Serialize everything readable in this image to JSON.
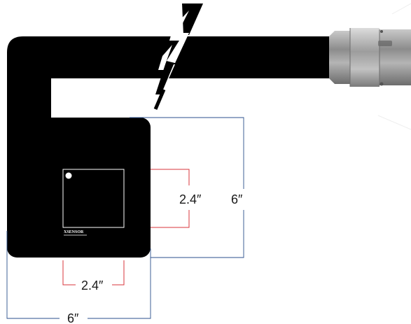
{
  "diagram": {
    "inner_width_label": "2.4″",
    "inner_height_label": "2.4″",
    "outer_width_label": "6″",
    "outer_height_label": "6″",
    "brand_label": "XSENSOR"
  },
  "colors": {
    "sensor_body": "#000000",
    "inner_square_outline": "#ffffff",
    "outer_dimension_line": "#2b4f8c",
    "inner_dimension_line": "#d8353b",
    "connector_metal": "#9a9a9a"
  }
}
